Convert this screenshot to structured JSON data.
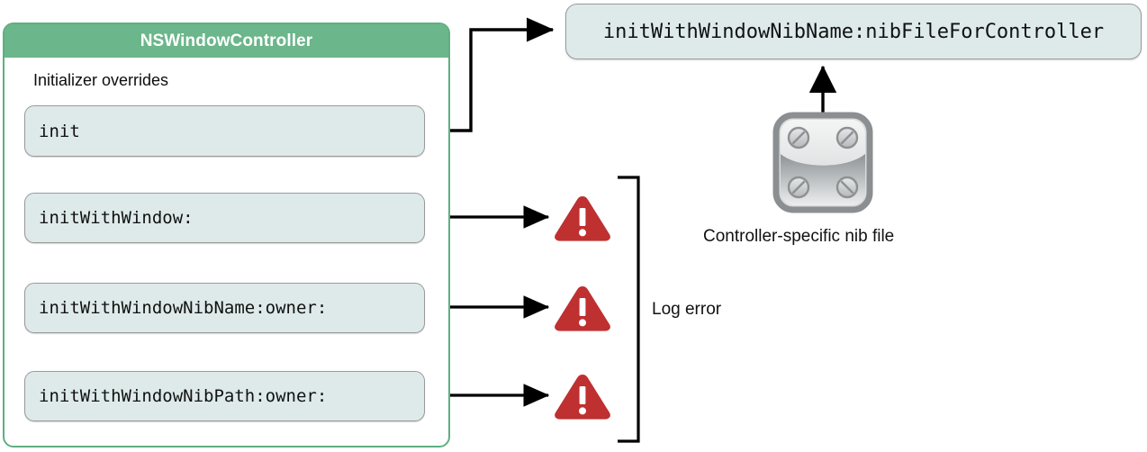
{
  "diagram": {
    "title": "NSWindowController initializer overrides",
    "colors": {
      "header_green": "#6BB68A",
      "box_border_green": "#5FAF82",
      "pill_fill": "#DEEAEA",
      "pill_border": "#9a9a9a",
      "warning_red": "#BF3030",
      "connector_black": "#000000",
      "nib_gray": "#8c8c8c"
    }
  },
  "class_box": {
    "header_title": "NSWindowController",
    "section_label": "Initializer overrides",
    "methods": [
      {
        "signature": "init",
        "outcome": "nib"
      },
      {
        "signature": "initWithWindow:",
        "outcome": "error"
      },
      {
        "signature": "initWithWindowNibName:owner:",
        "outcome": "error"
      },
      {
        "signature": "initWithWindowNibPath:owner:",
        "outcome": "error"
      }
    ]
  },
  "target_box": {
    "label": "initWithWindowNibName:nibFileForController"
  },
  "nib": {
    "caption": "Controller-specific nib file",
    "icon_name": "nib-file-icon"
  },
  "bracket": {
    "label": "Log error"
  },
  "warnings": [
    {
      "icon_name": "warning-triangle-icon",
      "meaning": "Log error"
    },
    {
      "icon_name": "warning-triangle-icon",
      "meaning": "Log error"
    },
    {
      "icon_name": "warning-triangle-icon",
      "meaning": "Log error"
    }
  ]
}
